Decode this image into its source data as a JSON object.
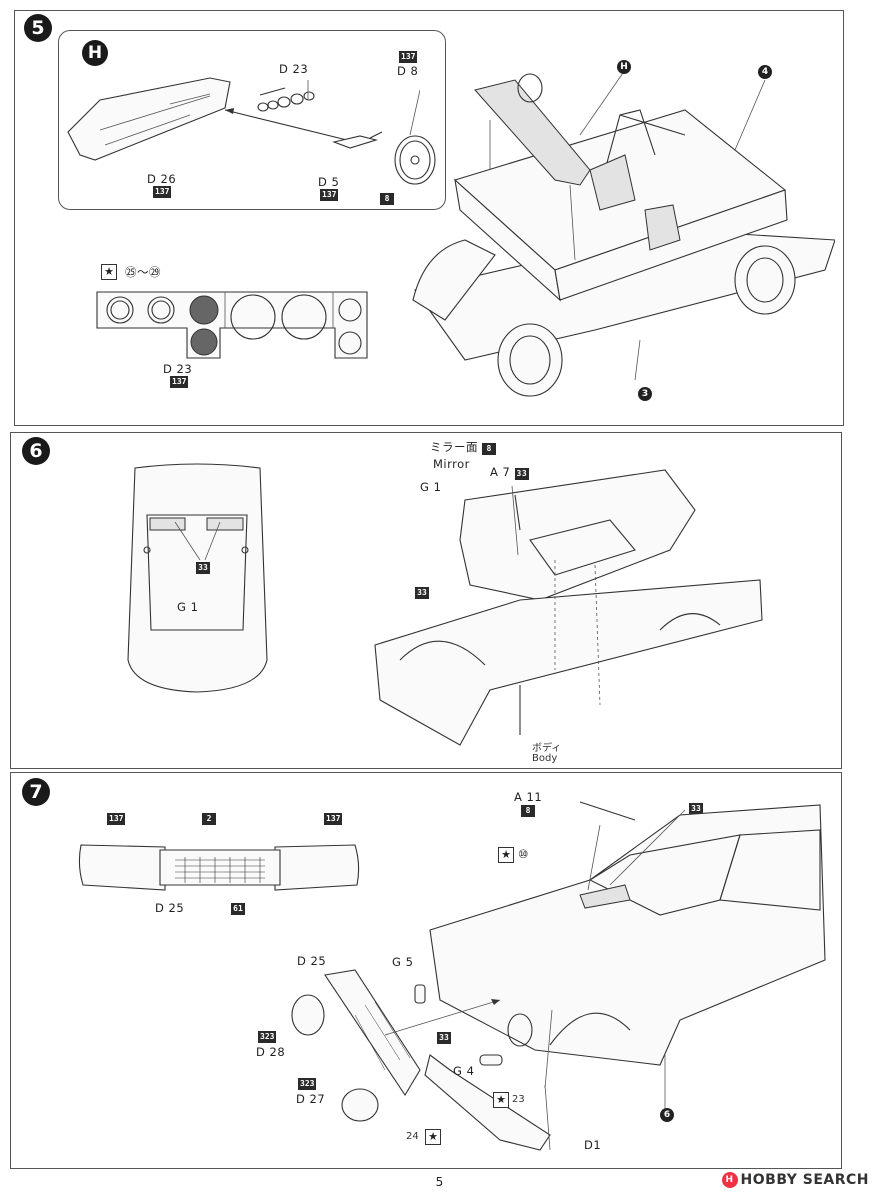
{
  "page_number": "5",
  "brand": {
    "name": "HOBBY SEARCH",
    "mark": "H"
  },
  "step5": {
    "number": "5",
    "inset_label": "H",
    "part_d23": "D 23",
    "part_d8": "D 8",
    "chip_137_a": "137",
    "part_d26": "D 26",
    "chip_137_b": "137",
    "part_d5": "D 5",
    "chip_137_c": "137",
    "chip_8": "8",
    "h_marker": "H",
    "ref_4": "4",
    "ref_3": "3",
    "decal_star": "★",
    "decal_range": "㉕〜㉙",
    "gauge_d23": "D 23",
    "gauge_chip": "137"
  },
  "step6": {
    "number": "6",
    "mirror_jp": "ミラー面",
    "mirror_chip": "8",
    "mirror_en": "Mirror",
    "part_g1_left": "G 1",
    "part_a7": "A 7",
    "a7_chip": "33",
    "part_g1_top": "G 1",
    "chip_33_top": "33",
    "chip_33_body": "33",
    "body_jp": "ボディ",
    "body_en": "Body"
  },
  "step7": {
    "number": "7",
    "chip_137_left": "137",
    "chip_2": "2",
    "chip_137_right": "137",
    "part_d25_top": "D 25",
    "chip_61": "61",
    "part_a11": "A 11",
    "a11_chip": "8",
    "chip_33_wiper": "33",
    "star_10": "★",
    "decal_10": "⑩",
    "part_g5": "G 5",
    "part_d25": "D 25",
    "chip_323_a": "323",
    "part_d28": "D 28",
    "chip_33_front": "33",
    "part_g4": "G 4",
    "chip_323_b": "323",
    "part_d27": "D 27",
    "star_23": "★",
    "decal_23": "23",
    "decal_24": "24",
    "star_24": "★",
    "part_d1": "D1",
    "ref_6": "6"
  }
}
